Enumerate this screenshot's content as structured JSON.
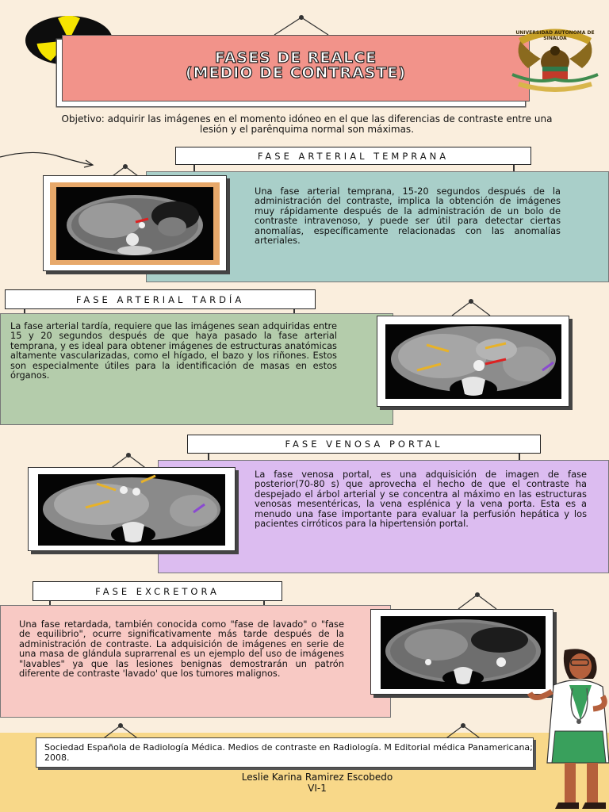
{
  "title": {
    "line1": "FASES DE REALCE",
    "line2": "(MEDIO DE CONTRASTE)"
  },
  "objective": "Objetivo: adquirir las imágenes en el momento idóneo en el que las diferencias de contraste entre una lesión y el parênquima normal son máximas.",
  "logo": {
    "text": "UNIVERSIDAD AUTONOMA DE SINALOA"
  },
  "sections": [
    {
      "header": "FASE ARTERIAL TEMPRANA",
      "text": "Una fase arterial temprana, 15-20 segundos después de la administración del contraste, implica la obtención de imágenes muy rápidamente después de la administración de un bolo de contraste intravenoso, y puede ser útil para detectar ciertas anomalías, específicamente relacionadas con las anomalías arteriales.",
      "bg": "#a9cfc9"
    },
    {
      "header": "FASE ARTERIAL TARDÍA",
      "text": "La fase arterial tardía, requiere que las imágenes sean adquiridas entre 15 y 20 segundos después de que haya pasado la fase arterial temprana, y es ideal para obtener imágenes de estructuras anatómicas altamente vascularizadas, como el hígado, el bazo y los riñones. Estos son especialmente útiles para la identificación de masas en estos órganos.",
      "bg": "#b4ccab"
    },
    {
      "header": "FASE VENOSA PORTAL",
      "text": "La fase venosa portal, es una adquisición de imagen de fase posterior(70-80 s) que aprovecha el hecho de que el contraste ha despejado el árbol arterial y se concentra al máximo en las estructuras venosas mesentéricas, la vena esplénica y la vena porta. Esta es a menudo una fase importante para evaluar la perfusión hepática y los pacientes cirróticos para la hipertensión portal.",
      "bg": "#dcbcf0"
    },
    {
      "header": "FASE EXCRETORA",
      "text": "Una fase retardada, también conocida como \"fase de lavado\" o \"fase de equilibrio\", ocurre significativamente más tarde después de la administración de contraste. La adquisición de imágenes en serie de una masa de glándula suprarrenal es un ejemplo del uso de imágenes \"lavables\" ya que las lesiones benignas demostrarán un patrón diferente de contraste 'lavado' que los tumores malignos.",
      "bg": "#f8c9c4"
    }
  ],
  "reference": "Sociedad Española de Radiología Médica. Medios de contraste en Radiología. M Editorial médica Panamericana; 2008.",
  "author": {
    "name": "Leslie Karina Ramirez Escobedo",
    "group": "VI-1"
  },
  "colors": {
    "background": "#faeedd",
    "title_box": "#f2938a",
    "radiation_yellow": "#f5e400",
    "footer_band": "#f8d889"
  },
  "icons": [
    "radiation-icon",
    "university-seal-icon",
    "arrow-icon",
    "doctor-illustration"
  ]
}
